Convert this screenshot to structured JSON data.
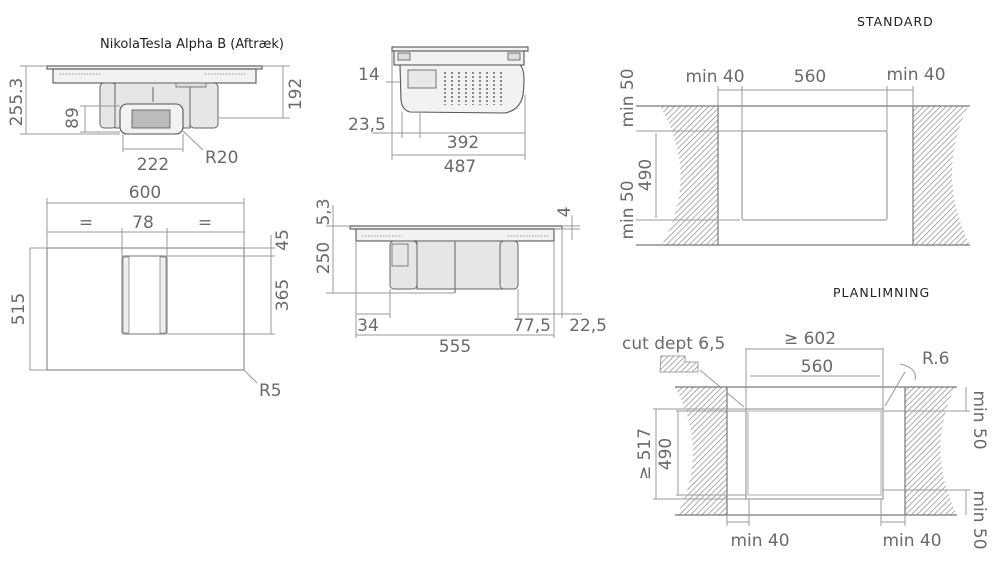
{
  "title": "NikolaTesla Alpha B (Aftræk)",
  "views": {
    "front": {
      "height_total": "255.3",
      "height_body": "192",
      "duct_height": "89",
      "duct_width": "222",
      "duct_radius": "R20"
    },
    "side": {
      "offset_top": "14",
      "offset_left": "23,5",
      "body_depth": "392",
      "total_depth": "487"
    },
    "top": {
      "width": "600",
      "equal_left": "=",
      "vent_width": "78",
      "equal_right": "=",
      "depth": "515",
      "vent_offset": "45",
      "vent_length": "365",
      "corner_radius": "R5"
    },
    "front_section": {
      "glass_thickness": "5,3",
      "frame_thickness": "4",
      "height": "250",
      "left_offset": "34",
      "right_offset": "77,5",
      "edge_offset": "22,5",
      "width": "555"
    }
  },
  "standard": {
    "label": "STANDARD",
    "min_left": "min 40",
    "cutout_width": "560",
    "min_right": "min 40",
    "min_top": "min 50",
    "cutout_depth": "490",
    "min_bottom": "min 50"
  },
  "flush": {
    "label": "PLANLIMNING",
    "cut_depth": "cut dept 6,5",
    "outer_width": "≥ 602",
    "cutout_width": "560",
    "radius": "R.6",
    "outer_depth": "≥ 517",
    "cutout_depth": "490",
    "min_top": "min 50",
    "min_bottom": "min 50",
    "min_left": "min 40",
    "min_right": "min 40"
  }
}
